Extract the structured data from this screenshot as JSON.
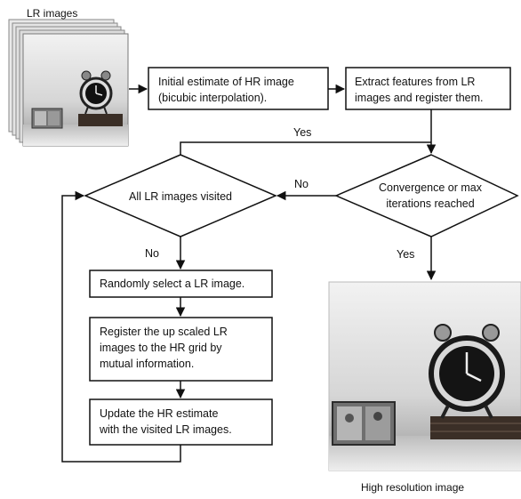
{
  "input": {
    "caption": "LR images"
  },
  "output": {
    "caption": "High resolution image"
  },
  "boxes": {
    "initial_estimate": {
      "line1": "Initial estimate of HR image",
      "line2": "(bicubic interpolation)."
    },
    "extract_features": {
      "line1": "Extract features from LR",
      "line2": "images and register them."
    },
    "random_select": {
      "line1": "Randomly select a LR image."
    },
    "register_upscaled": {
      "line1": "Register the up scaled LR",
      "line2": "images to the HR grid by",
      "line3": "mutual information."
    },
    "update_estimate": {
      "line1": "Update the HR estimate",
      "line2": "with the visited LR images."
    }
  },
  "decisions": {
    "all_visited": {
      "label": "All LR images visited"
    },
    "convergence": {
      "line1": "Convergence or max",
      "line2": "iterations reached"
    }
  },
  "edges": {
    "yes_top": "Yes",
    "no_right": "No",
    "no_down": "No",
    "yes_down": "Yes"
  }
}
